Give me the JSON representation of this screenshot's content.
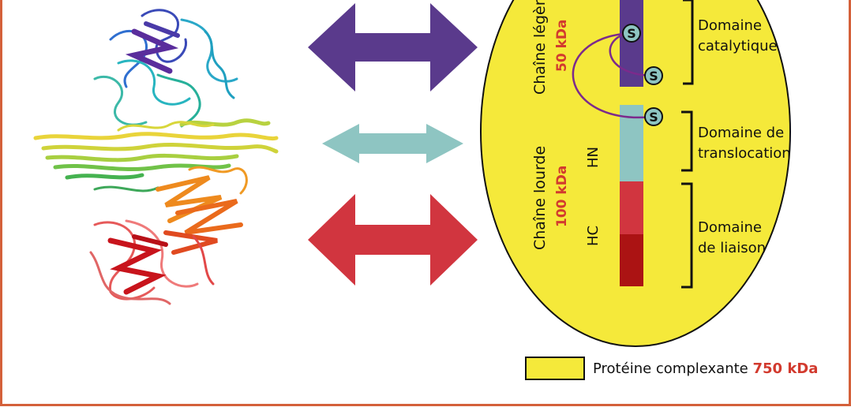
{
  "colors": {
    "frame": "#d4603a",
    "light_chain": "#5a3a8c",
    "translocation": "#8ec5c2",
    "binding_light": "#d1353f",
    "binding_dark": "#ab1313",
    "yellow": "#f5e93a",
    "kda_text": "#d23a2e",
    "disulfide": "#7c2a8c"
  },
  "icons": [
    "protein-ribbon-structure",
    "double-arrow-icon",
    "disulfide-s-icon",
    "bracket-icon"
  ],
  "chains": {
    "light_name": "Chaîne légère",
    "light_kda": "50 kDa",
    "heavy_name": "Chaîne lourde",
    "heavy_kda": "100 kDa",
    "hn": "HN",
    "hc": "HC"
  },
  "disulfide_label": "S",
  "domains": {
    "catalytic": {
      "line1": "Domaine",
      "line2": "catalytique"
    },
    "translocation": {
      "line1": "Domaine de",
      "line2": "translocation"
    },
    "binding": {
      "line1": "Domaine",
      "line2": "de liaison"
    }
  },
  "legend": {
    "text": "Protéine complexante",
    "kda": "750 kDa"
  }
}
